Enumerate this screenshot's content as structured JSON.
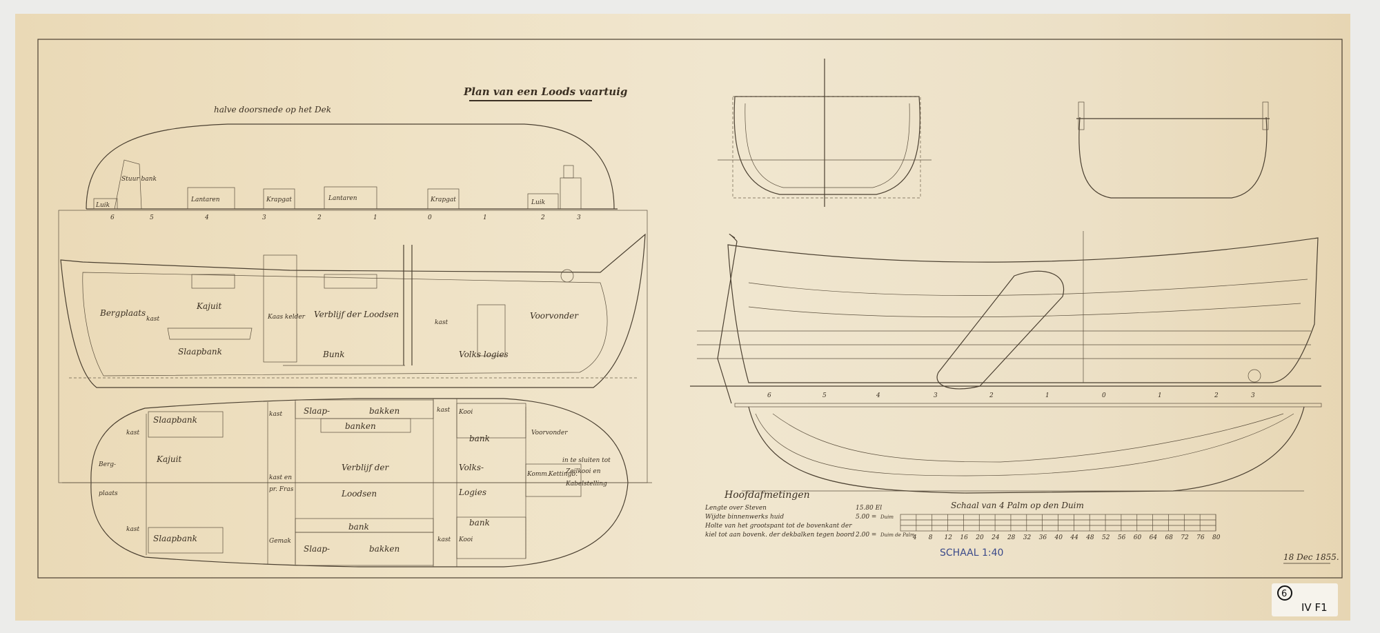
{
  "title": "Plan van een Loods vaartuig",
  "deck_section": {
    "caption": "halve doorsnede op het Dek",
    "items": [
      "Luik",
      "Stuur bank",
      "Lantaren",
      "Krapgat",
      "Lantaren",
      "Krapgat",
      "Luik"
    ],
    "frame_numbers": [
      "6",
      "5",
      "4",
      "3",
      "2",
      "1",
      "0",
      "1",
      "2",
      "3"
    ]
  },
  "profile_section": {
    "labels": [
      "Bergplaats",
      "kast",
      "Kajuit",
      "Slaapbank",
      "Kaas kelder",
      "Verblijf der Loodsen",
      "Bunk",
      "kast",
      "Volks logies",
      "Voorvonder"
    ]
  },
  "plan_view": {
    "labels": [
      "Berg-",
      "plaats",
      "kast",
      "Slaapbank",
      "Kajuit",
      "kast",
      "Slaapbank",
      "kast",
      "kast en",
      "pr. Fras",
      "Gemak",
      "Slaap-",
      "bakken",
      "banken",
      "Verblijf der",
      "Loodsen",
      "bank",
      "Slaap-",
      "bakken",
      "kast",
      "Kooi",
      "bank",
      "Volks-",
      "Logies",
      "bank",
      "kast",
      "Kooi",
      "Voorvonder",
      "Komm.",
      "Kettingb.",
      "in te sluiten tot",
      "Zeilkooi en",
      "Kabelstelling"
    ]
  },
  "profile_frame_numbers": [
    "6",
    "5",
    "4",
    "3",
    "2",
    "1",
    "0",
    "1",
    "2",
    "3"
  ],
  "dimensions": {
    "heading": "Hoofdafmetingen",
    "rows": [
      {
        "label": "Lengte over Steven",
        "value": "15.80 El"
      },
      {
        "label": "Wijdte binnenwerks huid",
        "value": "5.00 ="
      },
      {
        "label": "Holte van het grootspant tot de bovenkant der",
        "value": ""
      },
      {
        "label": "kiel tot aan bovenk. der dekbalken tegen boord",
        "value": "2.00 ="
      }
    ]
  },
  "scale": {
    "title": "Schaal van 4 Palm op den Duim",
    "unit_top": "Duim",
    "unit_bottom": "Duim de Palm",
    "ticks": [
      "4",
      "8",
      "12",
      "16",
      "20",
      "24",
      "28",
      "32",
      "36",
      "40",
      "44",
      "48",
      "52",
      "56",
      "60",
      "64",
      "68",
      "72",
      "76",
      "80"
    ],
    "stamp": "SCHAAL 1:40"
  },
  "date": "18 Dec 1855.",
  "archive_tag": {
    "circled": "6",
    "code": "IV F1"
  },
  "colors": {
    "paper": "#efe2c5",
    "ink": "#4a3f30",
    "stamp": "#3b4a8a"
  }
}
